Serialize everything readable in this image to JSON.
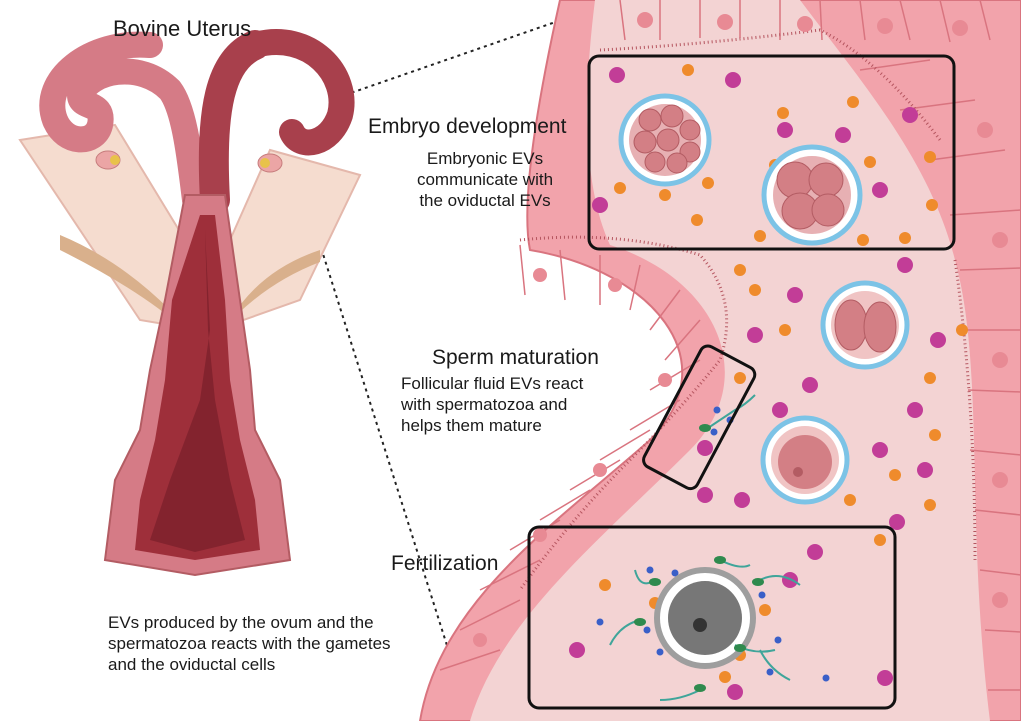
{
  "labels": {
    "uterus_title": "Bovine Uterus",
    "embryo_title": "Embryo development",
    "embryo_desc": "Embryonic EVs\ncommunicate with\nthe oviductal EVs",
    "sperm_title": "Sperm maturation",
    "sperm_desc": "Follicular fluid EVs react\nwith  spermatozoa  and\nhelps them mature",
    "fert_title": "Fertilization",
    "fert_desc": "EVs produced by the ovum and the\nspermatozoa reacts with the gametes\nand the oviductal cells"
  },
  "colors": {
    "lumen": "#f3d3d3",
    "cell": "#f2a3ab",
    "cell_edge": "#d9747f",
    "nucleus": "#e88a94",
    "ev_magenta": "#c23d97",
    "ev_orange": "#ef8b2c",
    "ev_blue": "#3a5fc8",
    "zona": "#7cc3e6",
    "blastomere": "#d37f85",
    "uterus_light": "#f1c2ba",
    "uterus_dark": "#9e2f3a",
    "box_stroke": "#111111"
  }
}
